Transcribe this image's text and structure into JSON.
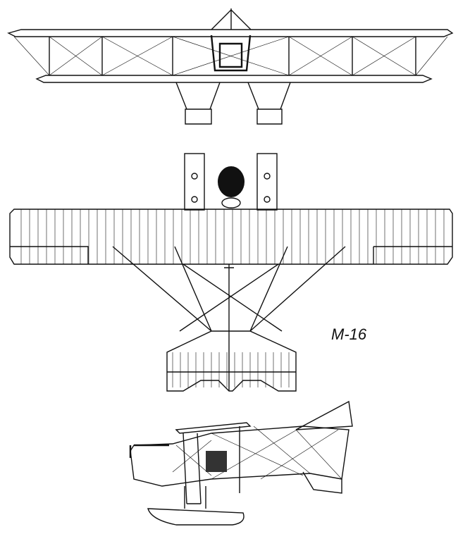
{
  "drawing": {
    "label": "M-16",
    "stroke_color": "#111111",
    "background_color": "#ffffff",
    "views": [
      "front-view",
      "top-view",
      "side-view"
    ]
  }
}
